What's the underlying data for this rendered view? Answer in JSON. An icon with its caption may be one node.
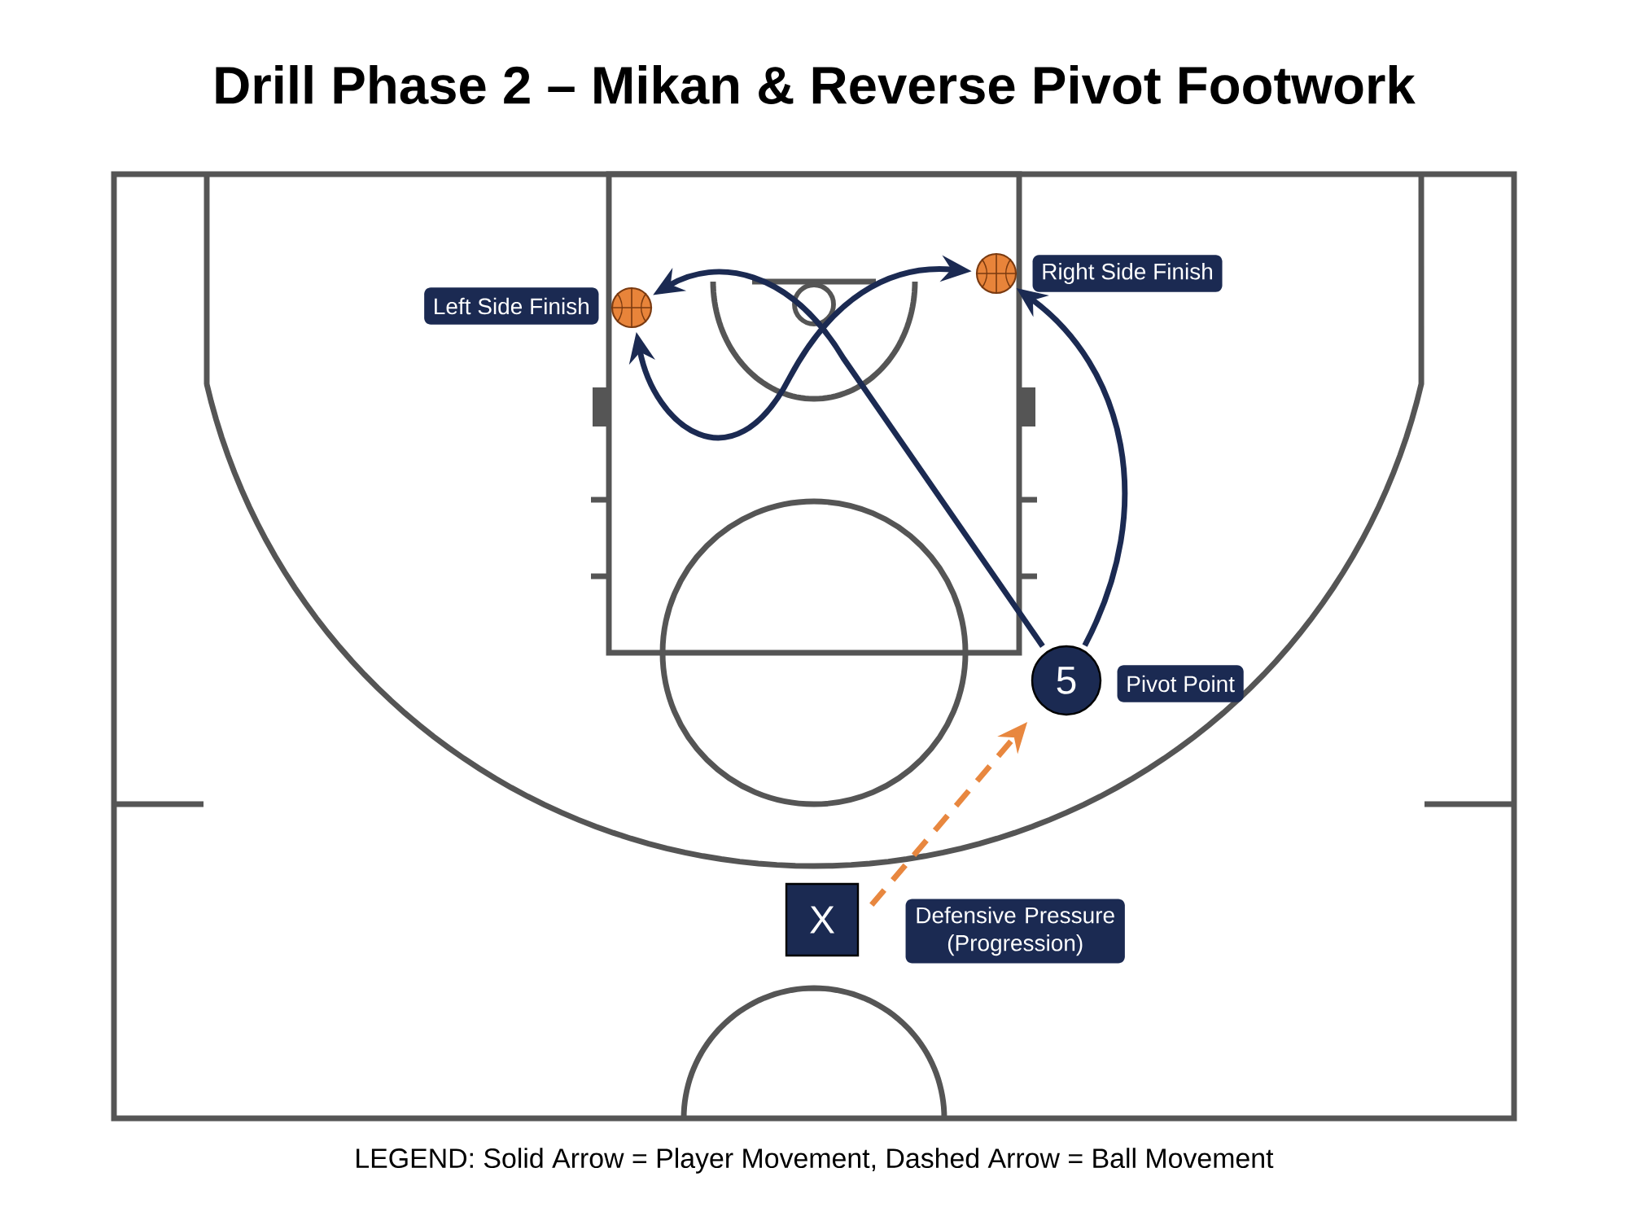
{
  "diagram": {
    "title": "Drill Phase 2 – Mikan & Reverse Pivot Footwork",
    "nodes": [
      {
        "text": [],
        "shape": "ball",
        "beside": [
          "Left Side Finish"
        ]
      },
      {
        "text": [],
        "shape": "ball",
        "beside": [
          "Right Side Finish"
        ]
      },
      {
        "text": [
          "5"
        ],
        "beside": [
          "Pivot Point"
        ]
      },
      {
        "text": [
          "X"
        ],
        "beside": [
          "Defensive Pressure (Progression)"
        ]
      }
    ],
    "edges": [
      {
        "from": 2,
        "to": 0,
        "arrow": "to"
      },
      {
        "from": 2,
        "to": 1,
        "arrow": "to"
      },
      {
        "from": 0,
        "to": 1,
        "arrow": "both"
      },
      {
        "from": 3,
        "to": 2,
        "arrow": "to",
        "style": "dashed",
        "color": "#e8873f"
      }
    ],
    "labels": [
      "LEGEND: Solid Arrow = Player Movement, Dashed Arrow = Ball Movement"
    ]
  }
}
